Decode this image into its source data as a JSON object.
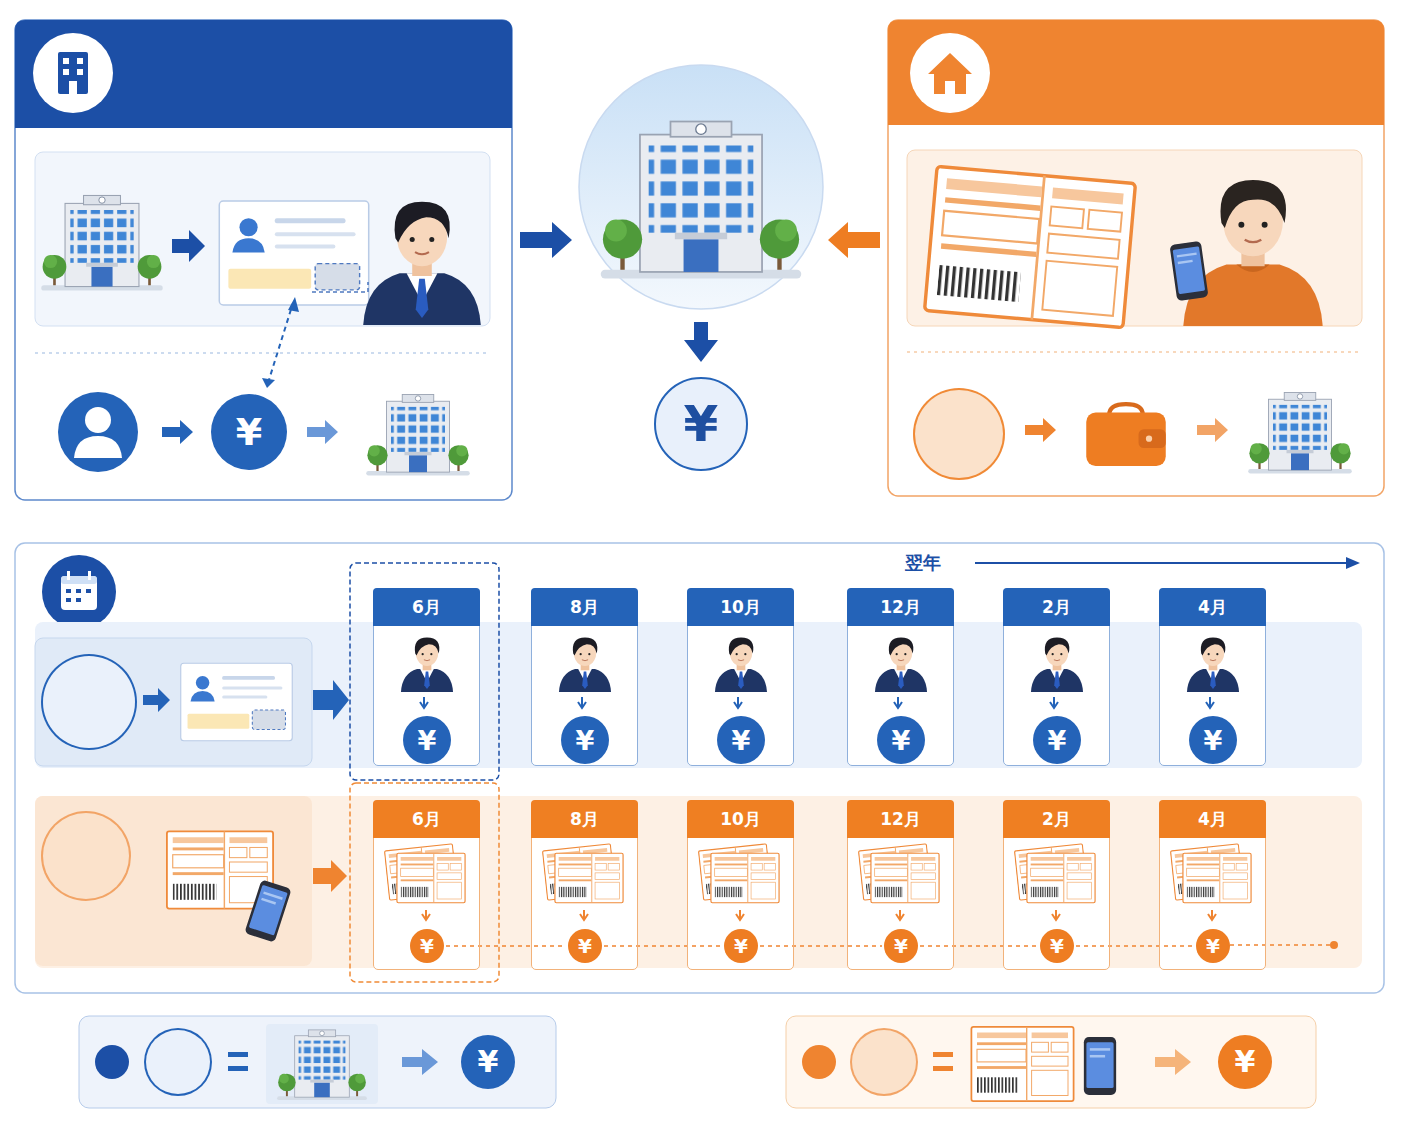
{
  "diagram": {
    "nodes": [
      {
        "text": [
          "¥"
        ]
      },
      {
        "text": [
          "¥"
        ]
      },
      {
        "text": [
          "6月"
        ]
      },
      {
        "text": [
          "¥"
        ],
        "in": 2
      },
      {
        "text": [
          "8月"
        ]
      },
      {
        "text": [
          "¥"
        ],
        "in": 4
      },
      {
        "text": [
          "10月"
        ]
      },
      {
        "text": [
          "¥"
        ],
        "in": 6
      },
      {
        "text": [
          "12月"
        ]
      },
      {
        "text": [
          "¥"
        ],
        "in": 8
      },
      {
        "text": [
          "2月"
        ]
      },
      {
        "text": [
          "¥"
        ],
        "in": 10
      },
      {
        "text": [
          "4月"
        ]
      },
      {
        "text": [
          "¥"
        ],
        "in": 12
      },
      {
        "text": [
          "6月"
        ]
      },
      {
        "text": [
          "¥"
        ],
        "in": 14
      },
      {
        "text": [
          "8月"
        ]
      },
      {
        "text": [
          "¥"
        ],
        "in": 16
      },
      {
        "text": [
          "10月"
        ]
      },
      {
        "text": [
          "¥"
        ],
        "in": 18
      },
      {
        "text": [
          "12月"
        ]
      },
      {
        "text": [
          "¥"
        ],
        "in": 20
      },
      {
        "text": [
          "2月"
        ]
      },
      {
        "text": [
          "¥"
        ],
        "in": 22
      },
      {
        "text": [
          "4月"
        ]
      },
      {
        "text": [
          "¥"
        ],
        "in": 24
      },
      {
        "text": [
          "¥"
        ]
      },
      {
        "text": [
          "¥"
        ]
      }
    ],
    "edges": [
      {
        "from": 15,
        "to": 17,
        "arrow": "none"
      },
      {
        "from": 17,
        "to": 19,
        "arrow": "none"
      },
      {
        "from": 19,
        "to": 21,
        "arrow": "none"
      },
      {
        "from": 21,
        "to": 23,
        "arrow": "none"
      },
      {
        "from": 23,
        "to": 25,
        "arrow": "none"
      }
    ],
    "labels": [
      "翌年"
    ]
  }
}
